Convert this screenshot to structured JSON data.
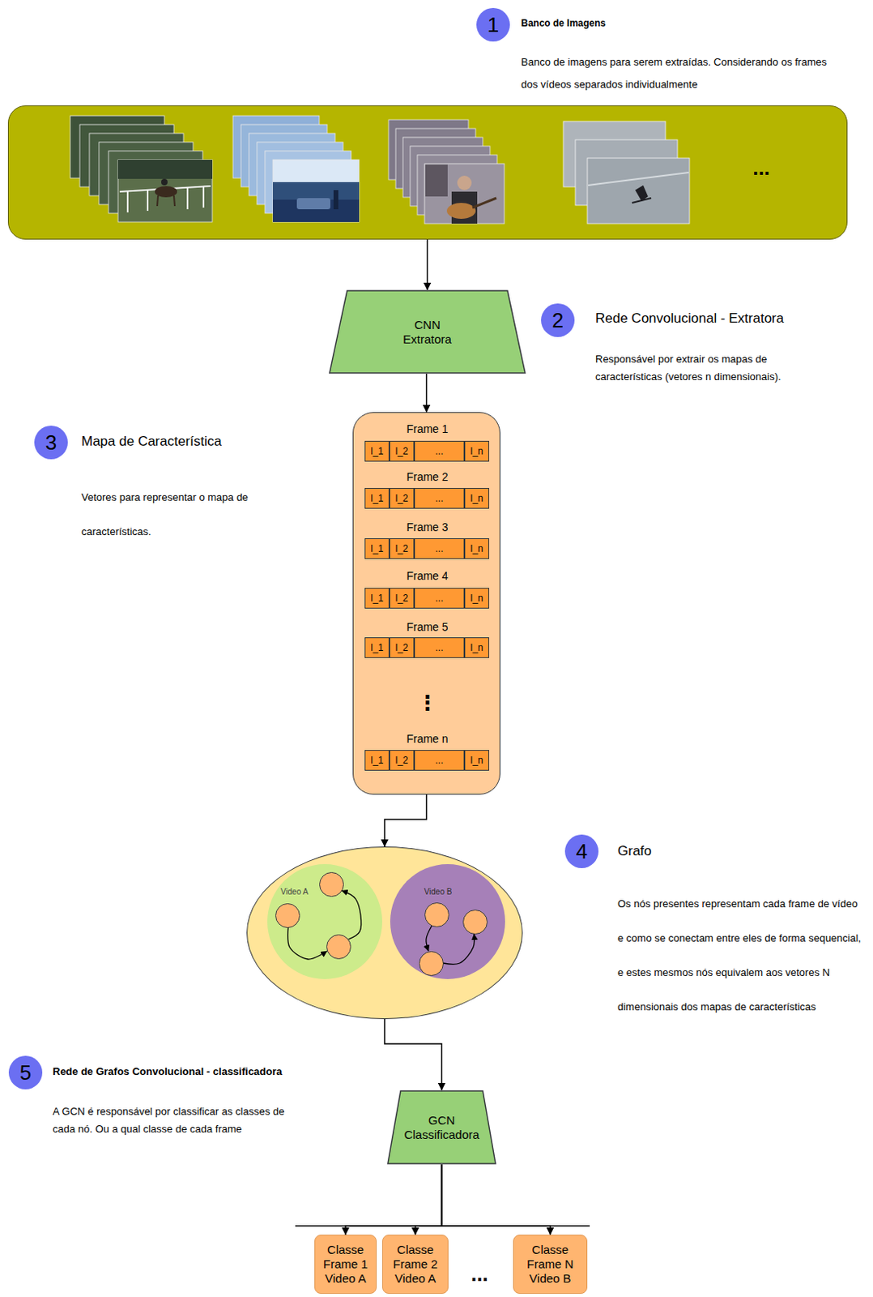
{
  "diagram": {
    "nodes": [
      {
        "text": [
          "..."
        ]
      },
      {
        "text": [
          "CNN Extratora"
        ]
      },
      {
        "text": [
          "Frame 1",
          "Frame 2",
          "Frame 3",
          "Frame 4",
          "Frame 5",
          "⋮",
          "Frame n"
        ]
      },
      {
        "text": [
          "l_1"
        ],
        "in": 2
      },
      {
        "text": [
          "l_2"
        ],
        "in": 2
      },
      {
        "text": [
          "..."
        ],
        "in": 2
      },
      {
        "text": [
          "l_n"
        ],
        "in": 2
      },
      {
        "text": [
          "l_1"
        ],
        "in": 2
      },
      {
        "text": [
          "l_2"
        ],
        "in": 2
      },
      {
        "text": [
          "..."
        ],
        "in": 2
      },
      {
        "text": [
          "l_n"
        ],
        "in": 2
      },
      {
        "text": [
          "l_1"
        ],
        "in": 2
      },
      {
        "text": [
          "l_2"
        ],
        "in": 2
      },
      {
        "text": [
          "..."
        ],
        "in": 2
      },
      {
        "text": [
          "l_n"
        ],
        "in": 2
      },
      {
        "text": [
          "l_1"
        ],
        "in": 2
      },
      {
        "text": [
          "l_2"
        ],
        "in": 2
      },
      {
        "text": [
          "..."
        ],
        "in": 2
      },
      {
        "text": [
          "l_n"
        ],
        "in": 2
      },
      {
        "text": [
          "l_1"
        ],
        "in": 2
      },
      {
        "text": [
          "l_2"
        ],
        "in": 2
      },
      {
        "text": [
          "..."
        ],
        "in": 2
      },
      {
        "text": [
          "l_n"
        ],
        "in": 2
      },
      {
        "text": [
          "l_1"
        ],
        "in": 2
      },
      {
        "text": [
          "l_2"
        ],
        "in": 2
      },
      {
        "text": [
          "..."
        ],
        "in": 2
      },
      {
        "text": [
          "l_n"
        ],
        "in": 2
      },
      {
        "text": []
      },
      {
        "text": [
          "Video A"
        ],
        "in": 27
      },
      {
        "text": [],
        "in": 28
      },
      {
        "text": [],
        "in": 28
      },
      {
        "text": [],
        "in": 28
      },
      {
        "text": [
          "Video B"
        ],
        "in": 27
      },
      {
        "text": [],
        "in": 32
      },
      {
        "text": [],
        "in": 32
      },
      {
        "text": [],
        "in": 32
      },
      {
        "text": [
          "GCN Classificadora"
        ]
      },
      {
        "text": [
          "Classe Frame 1 Video A"
        ]
      },
      {
        "text": [
          "Classe Frame 2 Video A"
        ]
      },
      {
        "text": [
          "Classe Frame N Video B"
        ]
      }
    ],
    "edges": [
      {
        "from": 0,
        "to": 1,
        "arrow": "to"
      },
      {
        "from": 1,
        "to": 2,
        "arrow": "to"
      },
      {
        "from": 2,
        "to": 27,
        "arrow": "to"
      },
      {
        "from": 29,
        "to": 30,
        "arrow": "to"
      },
      {
        "from": 30,
        "to": 31,
        "arrow": "to"
      },
      {
        "from": 33,
        "to": 34,
        "arrow": "to"
      },
      {
        "from": 34,
        "to": 35,
        "arrow": "to"
      },
      {
        "from": 27,
        "to": 36,
        "arrow": "to"
      },
      {
        "from": 36,
        "to": 37,
        "arrow": "to"
      },
      {
        "from": 36,
        "to": 38,
        "arrow": "to"
      },
      {
        "from": 36,
        "to": 39,
        "arrow": "to"
      }
    ],
    "labels": [
      "1",
      "Banco de Imagens",
      "Banco de imagens para serem extraídas. Considerando os frames dos vídeos separados individualmente",
      "2",
      "Rede Convolucional - Extratora",
      "Responsável por extrair os mapas de características (vetores n dimensionais).",
      "3",
      "Mapa de Característica",
      "Vetores para representar o mapa de características.",
      "4",
      "Grafo",
      "Os nós presentes representam cada frame de vídeo e como se conectam entre eles de forma sequencial, e estes mesmos nós equivalem aos vetores N dimensionais dos mapas de características",
      "5",
      "Rede de Grafos Convolucional - classificadora",
      "A GCN é responsável por classificar as classes de cada nó. Ou a qual classe de cada frame",
      "..."
    ]
  }
}
